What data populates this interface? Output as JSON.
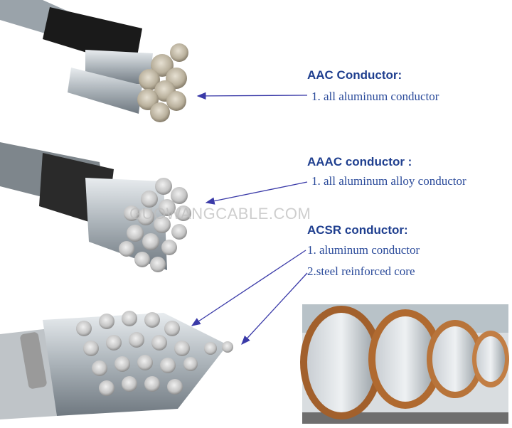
{
  "watermark": "GUOWANGCABLE.COM",
  "products": [
    {
      "title": "AAC Conductor:",
      "lines": [
        "1. all aluminum conductor"
      ]
    },
    {
      "title": "AAAC conductor :",
      "lines": [
        "1. all aluminum alloy conductor"
      ]
    },
    {
      "title": "ACSR conductor:",
      "lines": [
        "1. aluminum conductor",
        "2.steel reinforced core"
      ]
    }
  ],
  "colors": {
    "label": "#1f3f8f",
    "arrow": "#3a3aa8"
  }
}
